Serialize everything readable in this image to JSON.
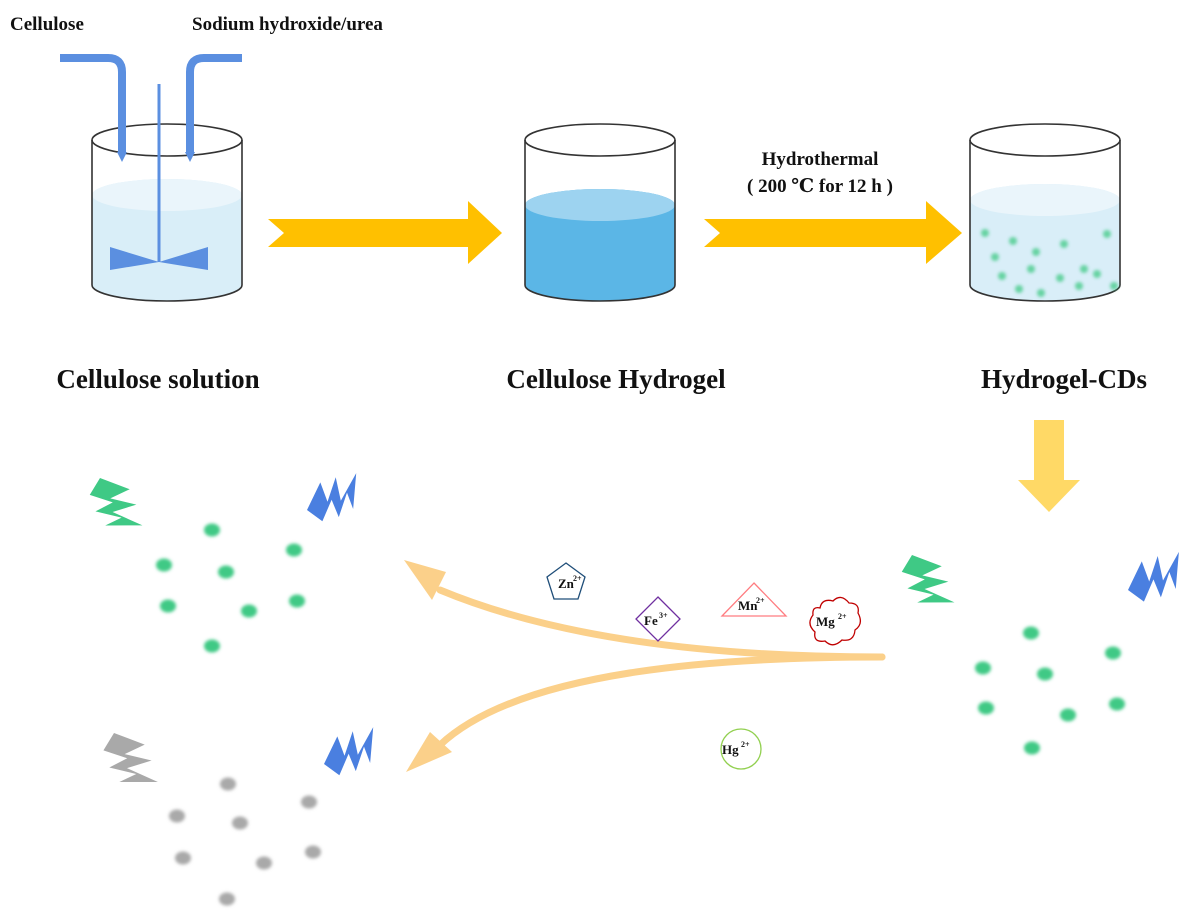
{
  "inputs": {
    "cellulose": "Cellulose",
    "sodium_hydroxide_urea": "Sodium hydroxide/urea"
  },
  "stages": {
    "solution": "Cellulose solution",
    "hydrogel": "Cellulose Hydrogel",
    "hydrogel_cds": "Hydrogel-CDs"
  },
  "process": {
    "line1": "Hydrothermal",
    "line2": "( 200 ℃ for 12 h )"
  },
  "ions": [
    {
      "base": "Zn",
      "charge": "2+"
    },
    {
      "base": "Fe",
      "charge": "3+"
    },
    {
      "base": "Mn",
      "charge": "2+"
    },
    {
      "base": "Mg",
      "charge": "2+"
    },
    {
      "base": "Hg",
      "charge": "2+"
    }
  ],
  "colors": {
    "pipe": "#5b8fe0",
    "arrow": "#ffc000",
    "arrow_light": "#ffd966",
    "curve": "#fbd08a",
    "water": "#5bb6e6",
    "water_top": "#9dd3f0",
    "solution": "#d9eef8",
    "dot_green": "#3fc985",
    "dot_gray": "#a9a9a9",
    "bolt_blue": "#4a7fe0",
    "zn": "#1f4e79",
    "fe": "#7030a0",
    "mn": "#ff7c80",
    "mg": "#c00000",
    "hg": "#92d050"
  }
}
